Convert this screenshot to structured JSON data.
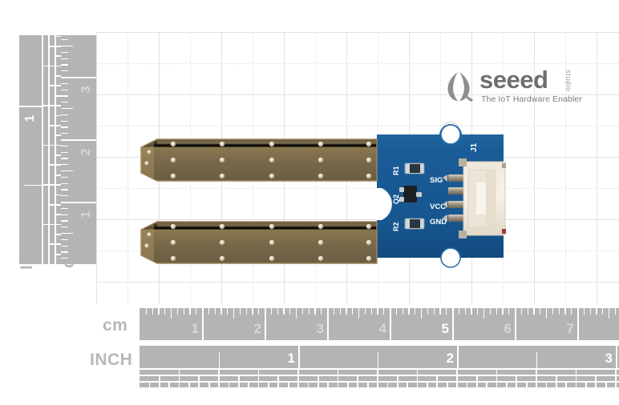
{
  "scene": {
    "kind": "product-photo-with-rulers",
    "background_color": "#ffffff",
    "grid_color": "#e2e2e2"
  },
  "brand": {
    "wordmark": "seeed",
    "studio": "studio",
    "tagline": "The IoT Hardware Enabler",
    "wordmark_color": "#6f6f6f",
    "tagline_color": "#7d7d7d"
  },
  "board": {
    "name": "grove-moisture-sensor",
    "pcb_color": "#1a5d9c",
    "pcb_dark_color": "#134a80",
    "prong_color": "#7b6a4a",
    "prong_edge_color": "#a08a5f",
    "connector_color": "#f2ece1",
    "silkscreen_color": "#ffffff",
    "silkscreen": {
      "r1": "R1",
      "q2": "Q2",
      "r2": "R2",
      "sig": "SIG",
      "vcc": "VCC",
      "gnd": "GND",
      "j1": "J1"
    }
  },
  "rulers": {
    "cm_horizontal": {
      "unit_label": "cm",
      "numbers": [
        "1",
        "2",
        "3",
        "4",
        "5",
        "6",
        "7"
      ],
      "highlighted_number": "5",
      "minor_divisions_per_unit": 10
    },
    "inch_horizontal": {
      "unit_label": "INCH",
      "numbers": [
        "1",
        "2",
        "3"
      ],
      "fraction_rows": 3
    },
    "cm_vertical": {
      "unit_label": "cm",
      "numbers": [
        "1",
        "2",
        "3"
      ],
      "minor_divisions_per_unit": 10
    },
    "inch_vertical": {
      "unit_label": "INCH",
      "numbers": [
        "1"
      ],
      "fraction_cols": 3
    },
    "band_color": "#b4b4b4",
    "tick_color": "#ffffff",
    "number_color": "#d7d7d7",
    "label_color": "#b8b8b8"
  }
}
